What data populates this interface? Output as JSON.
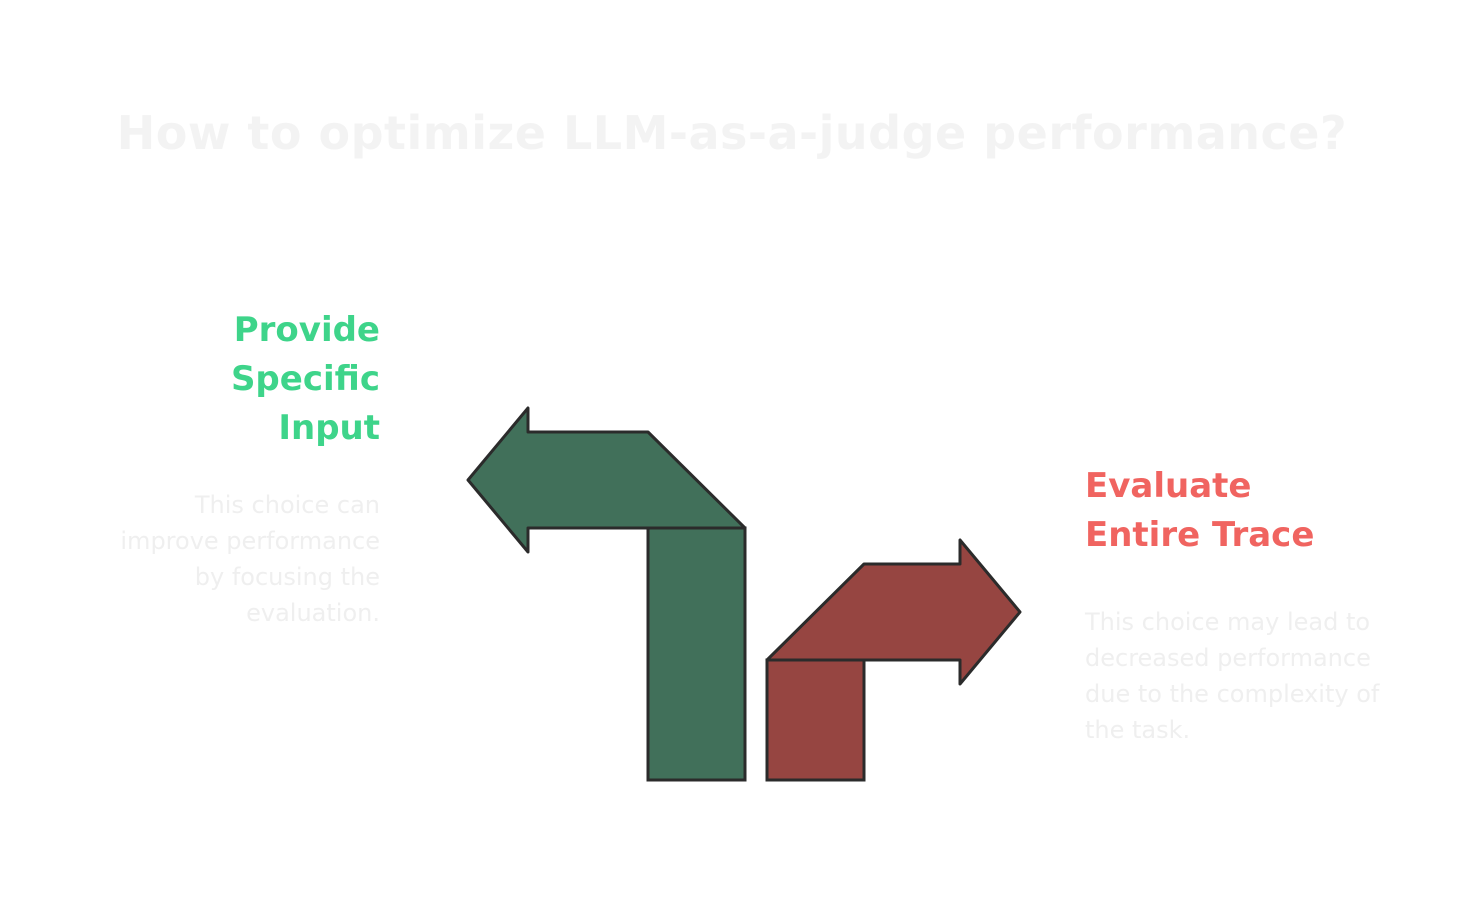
{
  "title": "How to optimize LLM-as-a-judge performance?",
  "options": {
    "left": {
      "heading_lines": [
        "Provide",
        "Specific",
        "Input"
      ],
      "description": "This choice can improve performance by focusing the evaluation.",
      "color": "#3ed48a",
      "arrow_fill": "#41705a",
      "direction": "left"
    },
    "right": {
      "heading_lines": [
        "Evaluate",
        "Entire Trace"
      ],
      "description": "This choice may lead to decreased performance due to the complexity of the task.",
      "color": "#f06460",
      "arrow_fill": "#964541",
      "direction": "right"
    }
  },
  "colors": {
    "outline": "#2b2b2b",
    "faded_text": "#efefef"
  }
}
